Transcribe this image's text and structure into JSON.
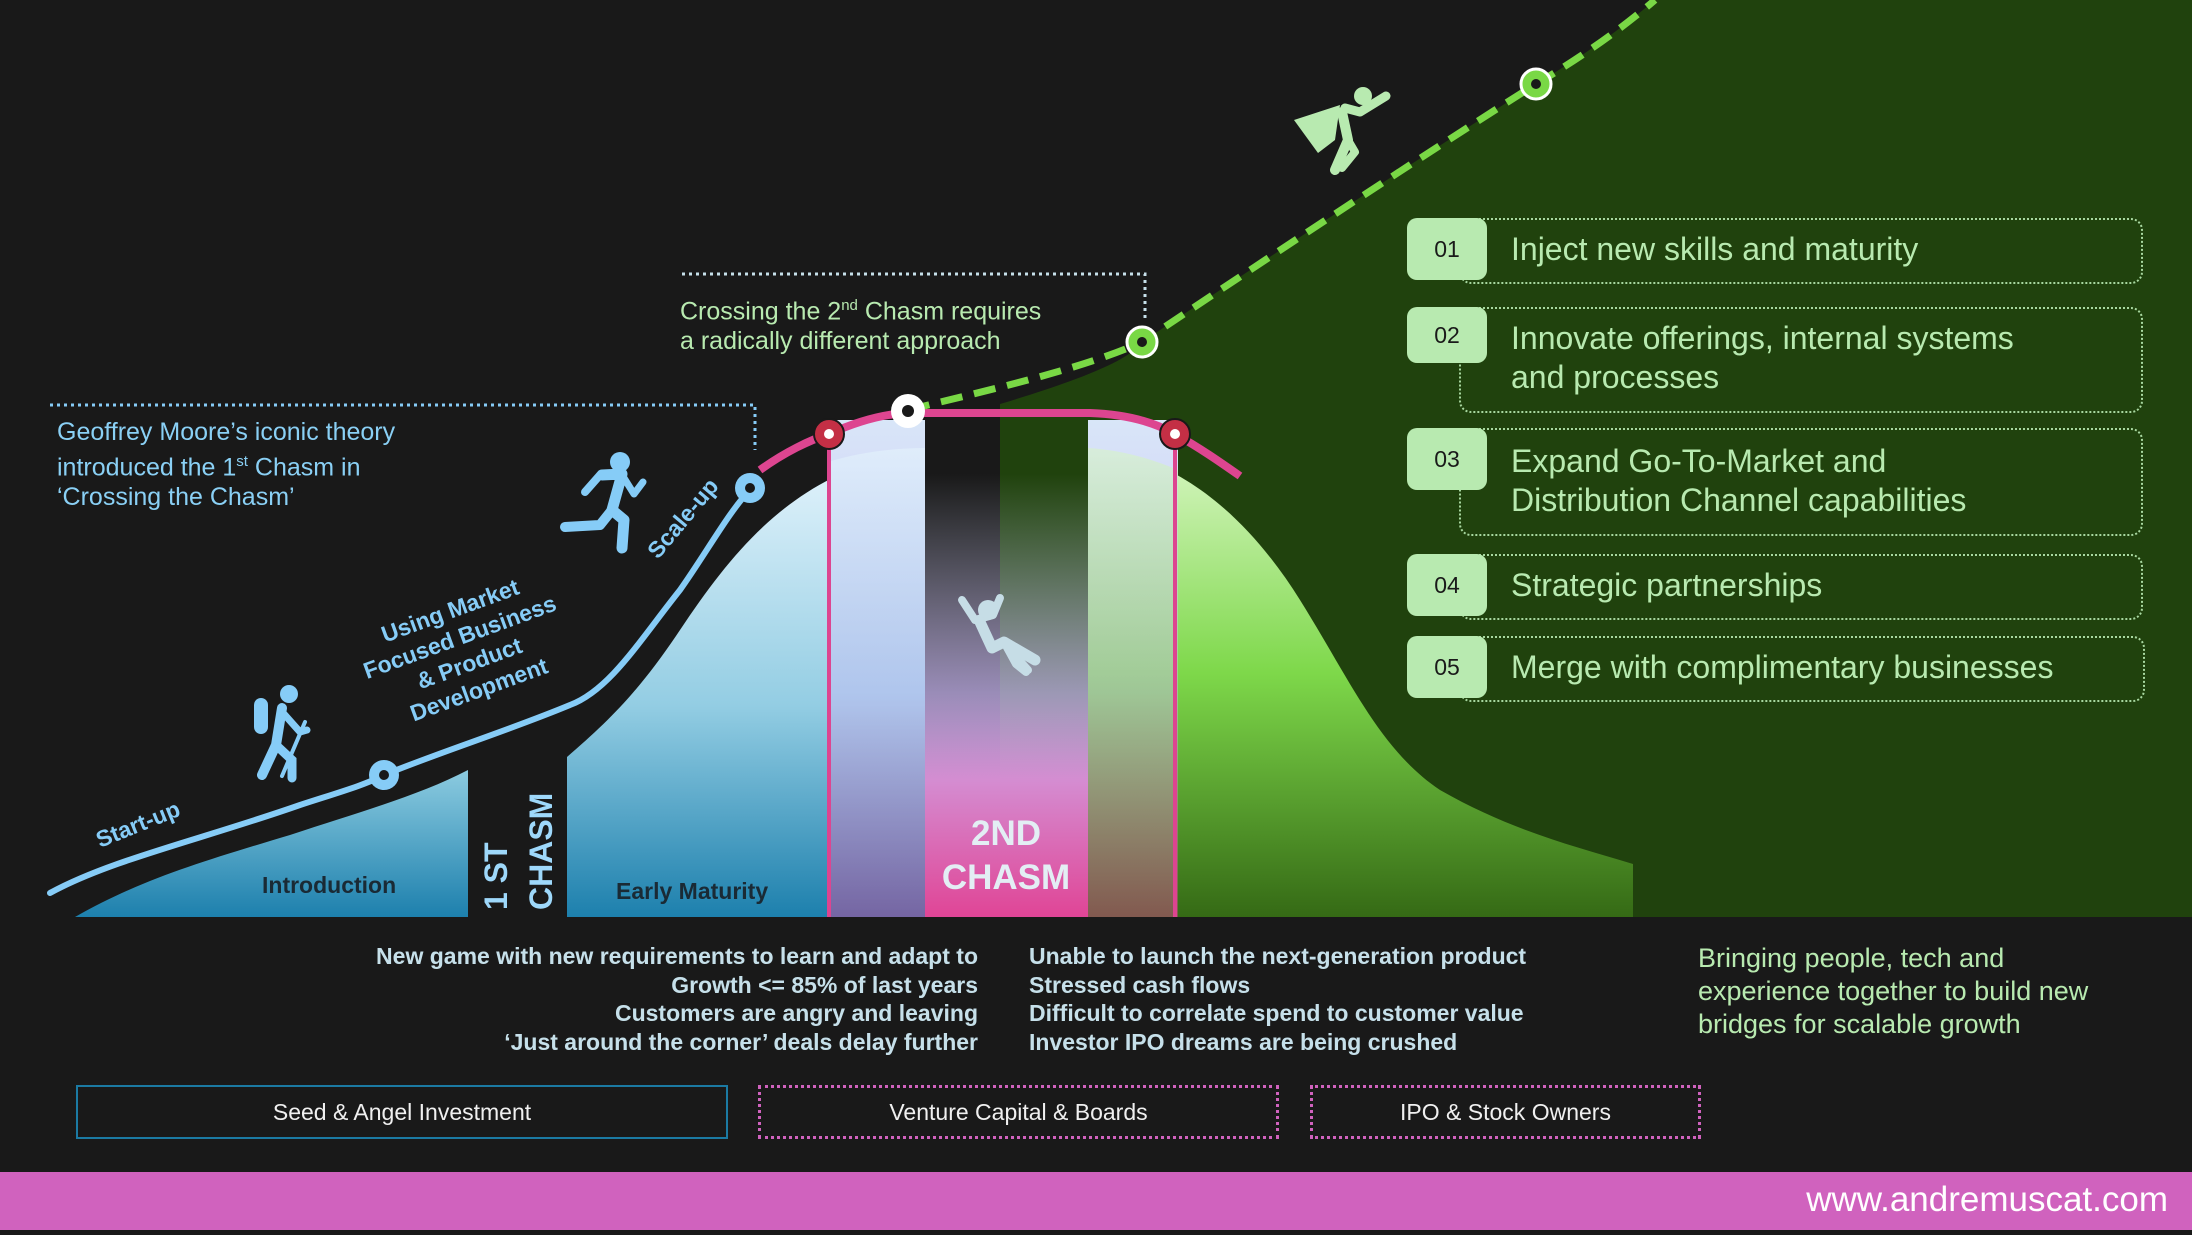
{
  "colors": {
    "background": "#191919",
    "blue_line": "#86ccf7",
    "pink_arc": "#dd4590",
    "red_node": "#c42f45",
    "green_dash": "#79d845",
    "dark_green_panel": "#20420d",
    "light_green_text": "#b8eab0",
    "footer": "#d062be"
  },
  "notes": {
    "first_chasm_note": {
      "line1": "Geoffrey Moore’s iconic theory",
      "line2_pre": "introduced the 1",
      "line2_sup": "st",
      "line2_post": " Chasm in",
      "line3": "‘Crossing the Chasm’"
    },
    "second_chasm_note": {
      "line1_pre": "Crossing the 2",
      "line1_sup": "nd",
      "line1_post": " Chasm requires",
      "line2": "a radically different approach"
    }
  },
  "curve_labels": {
    "startup": "Start-up",
    "market_focus": [
      "Using Market",
      "Focused Business",
      "& Product",
      "Development"
    ],
    "scaleup": "Scale-up"
  },
  "regions": {
    "introduction": "Introduction",
    "first_chasm": [
      "1 ST",
      "CHASM"
    ],
    "early_maturity": "Early Maturity",
    "second_chasm": [
      "2ND",
      "CHASM"
    ]
  },
  "icons": {
    "hiker": "hiker-icon",
    "runner": "runner-icon",
    "falling": "falling-person-icon",
    "superhero": "superhero-icon"
  },
  "strategies": [
    {
      "num": "01",
      "lines": [
        "Inject new skills and maturity"
      ]
    },
    {
      "num": "02",
      "lines": [
        "Innovate offerings, internal systems",
        "and processes"
      ]
    },
    {
      "num": "03",
      "lines": [
        "Expand Go-To-Market and",
        "Distribution Channel capabilities"
      ]
    },
    {
      "num": "04",
      "lines": [
        "Strategic partnerships"
      ]
    },
    {
      "num": "05",
      "lines": [
        "Merge with complimentary businesses"
      ]
    }
  ],
  "first_chasm_symptoms": [
    "New game with new requirements to learn and adapt to",
    "Growth <= 85% of last years",
    "Customers are angry and leaving",
    "‘Just around the corner’ deals delay further"
  ],
  "second_chasm_symptoms": [
    "Unable to launch the next-generation product",
    "Stressed cash flows",
    "Difficult to correlate spend to customer value",
    "Investor IPO dreams are being crushed"
  ],
  "tagline": [
    "Bringing people, tech and",
    "experience together to build new",
    "bridges for scalable growth"
  ],
  "investors": {
    "seed": "Seed & Angel Investment",
    "vc": "Venture Capital & Boards",
    "ipo": "IPO & Stock Owners"
  },
  "footer": {
    "url": "www.andremuscat.com"
  }
}
